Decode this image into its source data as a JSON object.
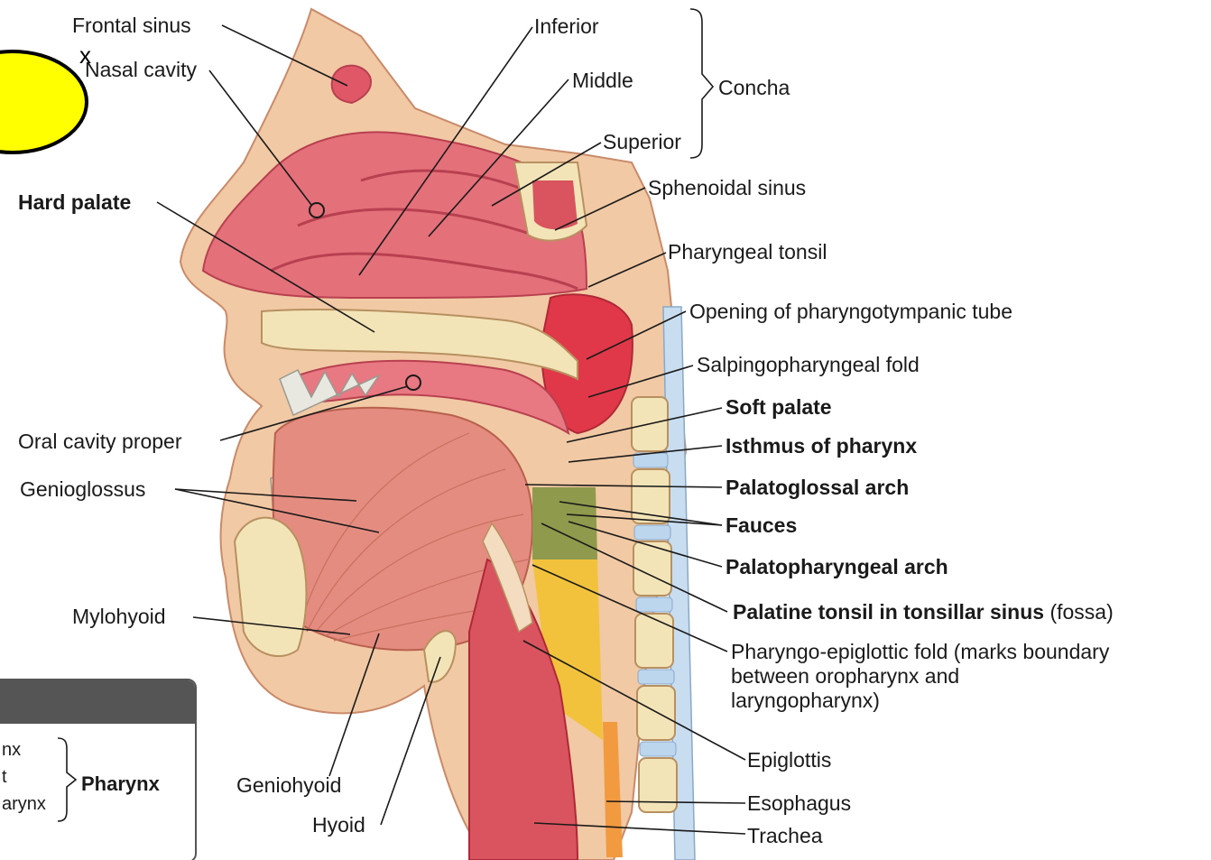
{
  "callout": {
    "text": "x"
  },
  "labels": {
    "frontal_sinus": "Frontal sinus",
    "nasal_cavity": "Nasal cavity",
    "inferior": "Inferior",
    "middle": "Middle",
    "superior": "Superior",
    "concha": "Concha",
    "sphenoidal_sinus": "Sphenoidal sinus",
    "pharyngeal_tonsil": "Pharyngeal tonsil",
    "opening_tube": "Opening of pharyngotympanic tube",
    "salpingopharyngeal_fold": "Salpingopharyngeal fold",
    "soft_palate": "Soft palate",
    "isthmus_pharynx": "Isthmus of pharynx",
    "palatoglossal_arch": "Palatoglossal arch",
    "fauces": "Fauces",
    "palatopharyngeal_arch": "Palatopharyngeal arch",
    "palatine_tonsil": "Palatine tonsil in tonsillar sinus",
    "palatine_tonsil_suffix": "(fossa)",
    "pharyngo_epiglottic_fold": "Pharyngo-epiglottic fold (marks boundary between oropharynx and laryngopharynx)",
    "epiglottis": "Epiglottis",
    "esophagus": "Esophagus",
    "trachea": "Trachea",
    "hyoid": "Hyoid",
    "geniohyoid": "Geniohyoid",
    "mylohyoid": "Mylohyoid",
    "genioglossus": "Genioglossus",
    "oral_cavity_proper": "Oral cavity proper",
    "hard_palate": "Hard palate"
  },
  "legend": {
    "rows": [
      "nx",
      "t",
      "arynx"
    ],
    "title": "Pharynx"
  },
  "colors": {
    "soft_tissue": "#e8a0a4",
    "mucosa": "#d9545e",
    "tongue": "#e58c80",
    "bone": "#f3e4b8",
    "fat_yellow": "#f2c23c",
    "oropharynx_green": "#8f9a4c",
    "nasopharynx_red": "#e03848",
    "disc_blue": "#bcd6ee",
    "callout_fill": "#ffff00",
    "legend_header": "#555555"
  }
}
